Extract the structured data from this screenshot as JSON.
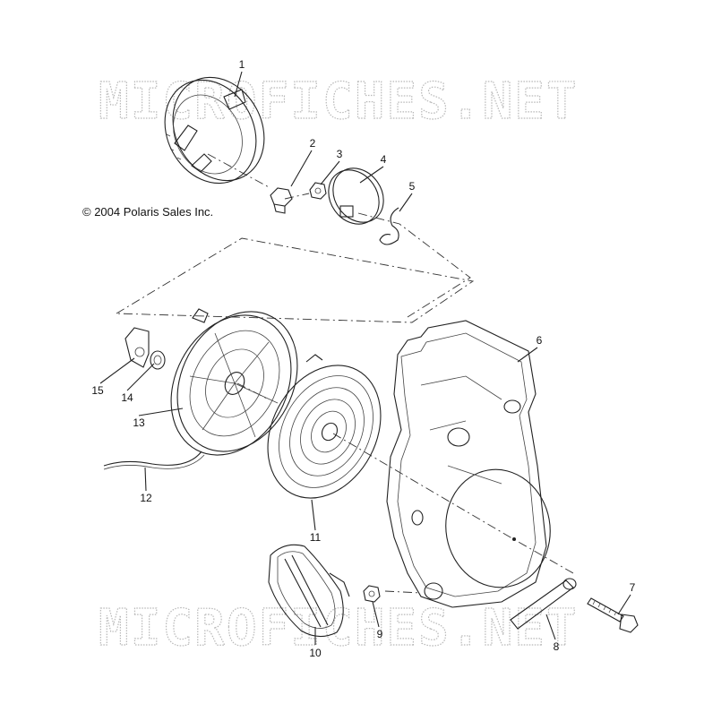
{
  "watermark": {
    "text": "MICROFICHES.NET"
  },
  "copyright": "© 2004 Polaris Sales Inc.",
  "callouts": [
    "1",
    "2",
    "3",
    "4",
    "5",
    "6",
    "7",
    "8",
    "9",
    "10",
    "11",
    "12",
    "13",
    "14",
    "15"
  ]
}
